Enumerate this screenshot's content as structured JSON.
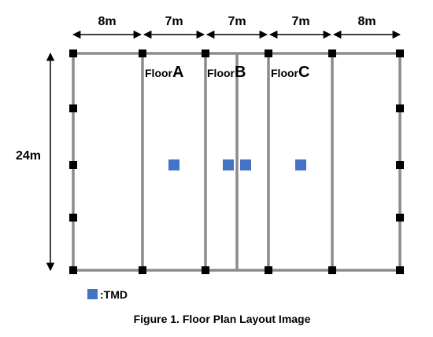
{
  "dimensions": {
    "spans": [
      "8m",
      "7m",
      "7m",
      "7m",
      "8m"
    ],
    "height": "24m"
  },
  "floors": [
    {
      "prefix": "Floor",
      "letter": "A"
    },
    {
      "prefix": "Floor",
      "letter": "B"
    },
    {
      "prefix": "Floor",
      "letter": "C"
    }
  ],
  "legend": {
    "label": ":TMD"
  },
  "caption": "Figure 1. Floor Plan Layout Image",
  "colors": {
    "frame": "#8c8c8c",
    "column": "#000000",
    "tmd": "#4472c4"
  }
}
